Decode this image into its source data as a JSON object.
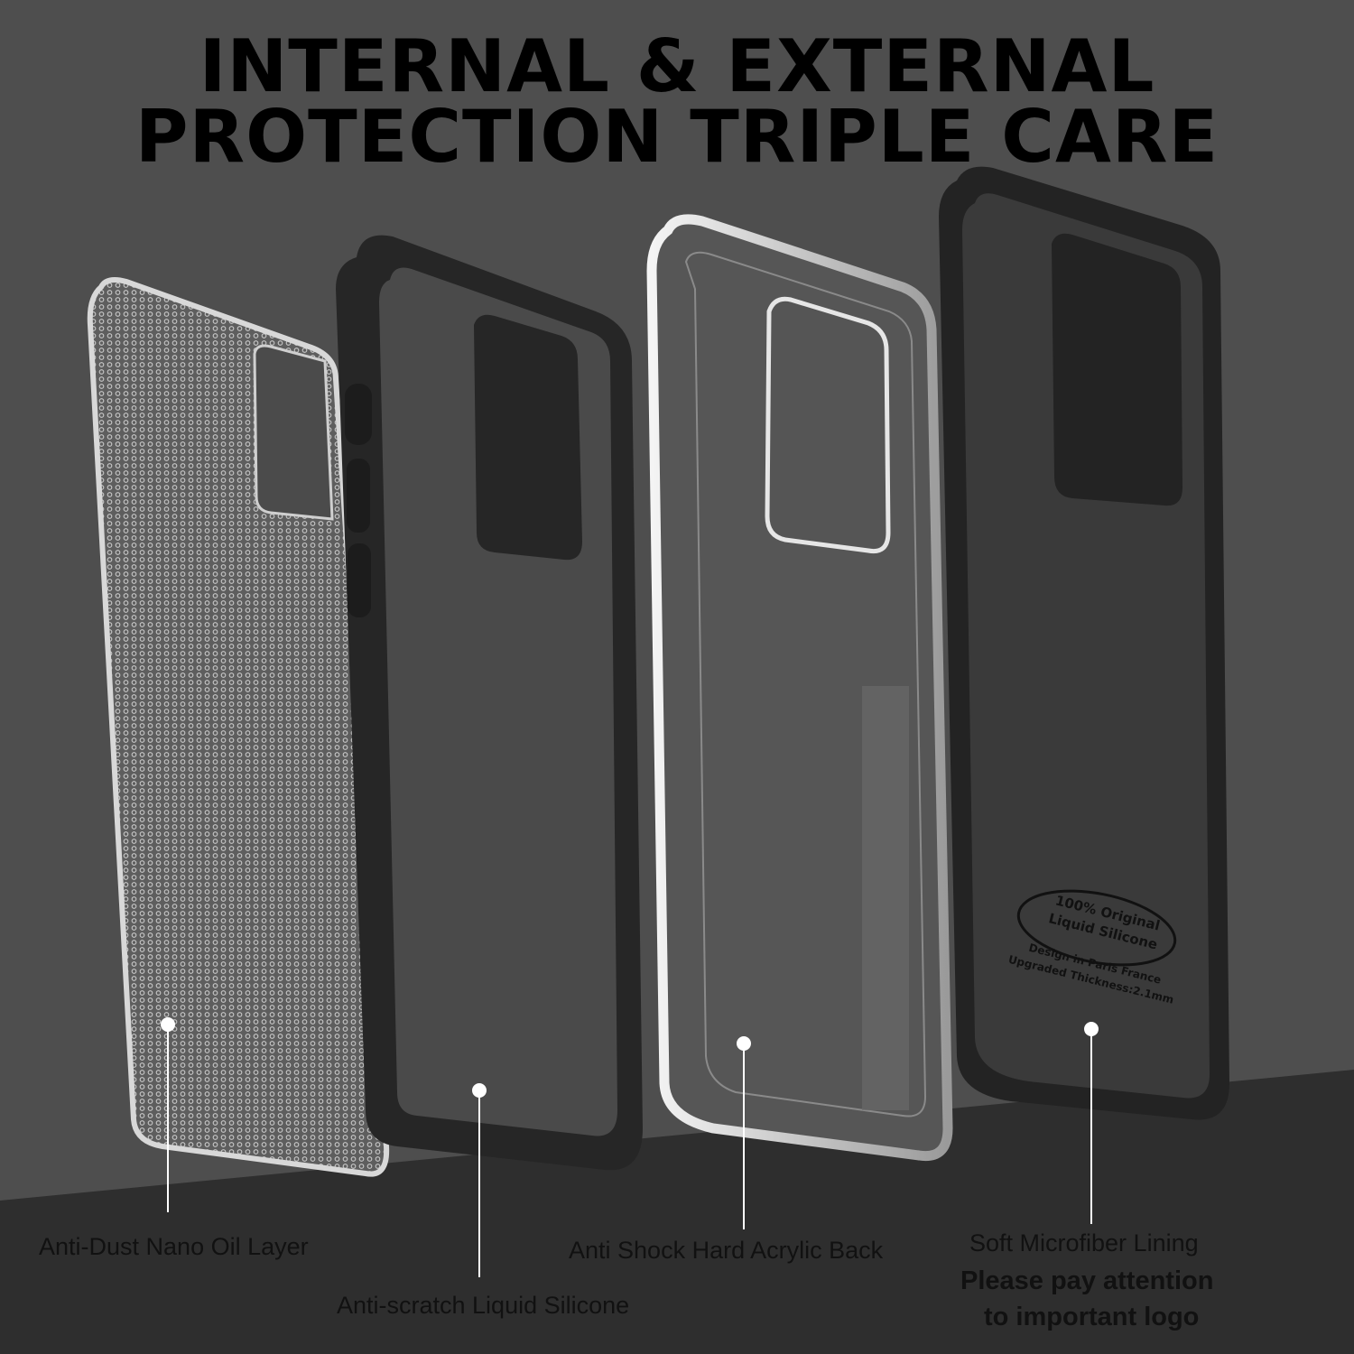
{
  "headline": {
    "line1": "INTERNAL & EXTERNAL",
    "line2": "PROTECTION TRIPLE CARE"
  },
  "labels": {
    "nano_layer": "Anti-Dust Nano Oil Layer",
    "liquid_silicone": "Anti-scratch Liquid Silicone",
    "acrylic_back": "Anti Shock Hard Acrylic Back",
    "microfiber": "Soft Microfiber Lining",
    "notice_line1": "Please pay attention",
    "notice_line2": "to important logo"
  },
  "logo_stamp": {
    "line1": "100% Original",
    "line2": "Liquid Silicone",
    "line3": "Design in Paris France",
    "line4": "Upgraded Thickness:2.1mm"
  },
  "colors": {
    "background_top": "#4e4e4e",
    "background_floor": "#2e2e2e",
    "silicone": "#262626",
    "microfiber": "#3a3a3a",
    "pointer": "#ffffff"
  }
}
